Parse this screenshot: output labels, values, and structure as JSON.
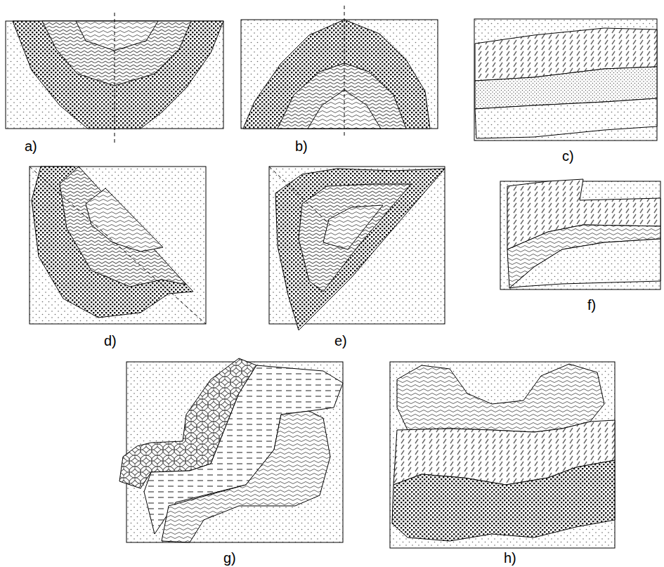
{
  "diagram": {
    "labels": [
      "a)",
      "b)",
      "c)",
      "d)",
      "e)",
      "f)",
      "g)",
      "h)"
    ]
  }
}
